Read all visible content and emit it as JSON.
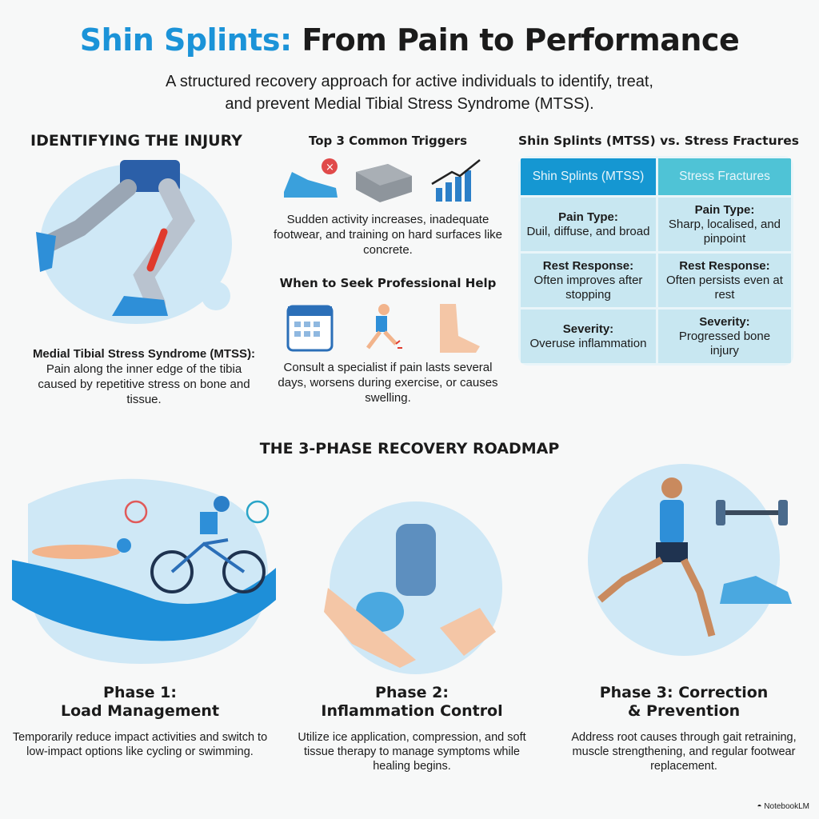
{
  "header": {
    "title_accent": "Shin Splints:",
    "title_rest": " From Pain to Performance",
    "subtitle_line1": "A structured recovery approach for active individuals to identify, treat,",
    "subtitle_line2": "and prevent Medial Tibial Stress Syndrome (MTSS)."
  },
  "identify": {
    "heading": "IDENTIFYING THE INJURY",
    "term": "Medial Tibial Stress Syndrome (MTSS):",
    "description": " Pain along the inner edge of the tibia caused by repetitive stress on bone and tissue."
  },
  "triggers": {
    "heading": "Top 3 Common Triggers",
    "text": "Sudden activity increases, inadequate footwear, and training on hard surfaces like concrete.",
    "icons": [
      "shoe-x-icon",
      "concrete-block-icon",
      "rising-chart-icon"
    ]
  },
  "help": {
    "heading": "When to Seek Professional Help",
    "text": "Consult a specialist if pain lasts several days, worsens during exercise, or causes swelling.",
    "icons": [
      "calendar-icon",
      "runner-pain-icon",
      "swollen-foot-icon"
    ]
  },
  "comparison": {
    "heading": "Shin Splints (MTSS) vs. Stress Fractures",
    "columns": [
      "Shin Splints (MTSS)",
      "Stress Fractures"
    ],
    "rows": [
      {
        "label": "Pain Type:",
        "mtss": "Duil, diffuse, and broad",
        "fracture": "Sharp, localised, and pinpoint"
      },
      {
        "label": "Rest Response:",
        "mtss": "Often improves after stopping",
        "fracture": "Often persists even at rest"
      },
      {
        "label": "Severity:",
        "mtss": "Overuse inflammation",
        "fracture": "Progressed bone injury"
      }
    ]
  },
  "roadmap": {
    "heading": "THE 3-PHASE RECOVERY ROADMAP",
    "phases": [
      {
        "title1": "Phase 1:",
        "title2": "Load Management",
        "text": "Temporarily reduce impact activities and switch to low-impact options like cycling or swimming."
      },
      {
        "title1": "Phase 2:",
        "title2": "Inflammation Control",
        "text": "Utilize ice application, compression, and soft tissue therapy to manage symptoms while healing begins."
      },
      {
        "title1": "Phase 3: Correction",
        "title2": "& Prevention",
        "text": "Address root causes through gait retraining, muscle strengthening, and regular footwear replacement."
      }
    ]
  },
  "footer": {
    "brand": "NotebookLM"
  },
  "colors": {
    "accent": "#1b93d8",
    "table_header_1": "#1597d2",
    "table_header_2": "#4fc3d6",
    "cell": "#c8e7f1"
  }
}
